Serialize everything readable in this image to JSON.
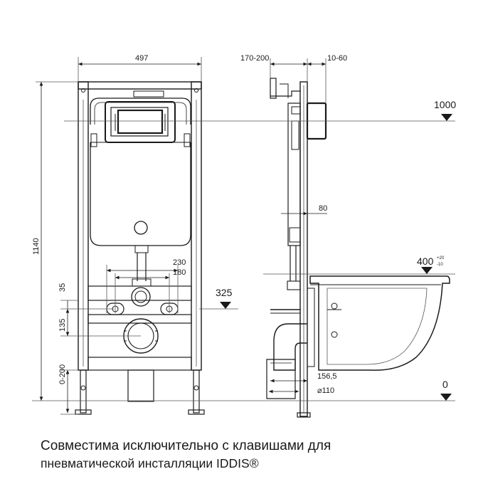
{
  "dimensions": {
    "frame_width": "497",
    "total_height": "1140",
    "depth_range": "170-200",
    "wall_gap": "10-60",
    "level_button": "1000",
    "distance_80": "80",
    "level_bowl": "400",
    "level_bowl_tol_plus": "+20",
    "level_bowl_tol_minus": "-10",
    "level_drain": "325",
    "spacing_230": "230",
    "spacing_180": "180",
    "offset_35": "35",
    "offset_135": "135",
    "leg_range": "0-200",
    "outlet_distance": "156,5",
    "pipe_diameter": "⌀110",
    "level_floor": "0"
  },
  "caption": {
    "line1": "Совместима исключительно с клавишами для",
    "line2": "пневматической инсталляции IDDIS®"
  },
  "colors": {
    "line": "#1a1a1a",
    "thin": "#555555",
    "background": "#ffffff"
  }
}
